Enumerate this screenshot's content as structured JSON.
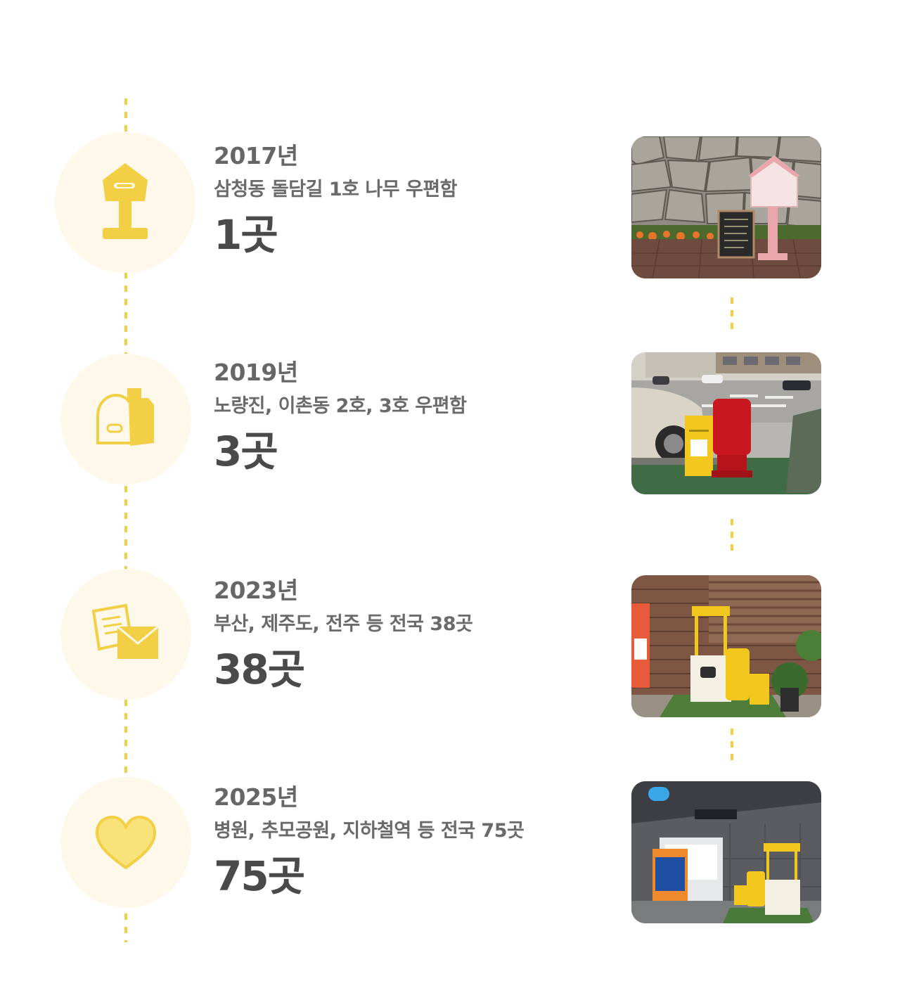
{
  "timeline": [
    {
      "year": "2017년",
      "desc": "삼청동 돌담길 1호 나무 우편함",
      "count": "1곳",
      "icon": "wooden-mailbox-icon"
    },
    {
      "year": "2019년",
      "desc": "노량진, 이촌동 2호, 3호 우편함",
      "count": "3곳",
      "icon": "post-mailbox-icon"
    },
    {
      "year": "2023년",
      "desc": "부산, 제주도, 전주 등 전국 38곳",
      "count": "38곳",
      "icon": "letters-icon"
    },
    {
      "year": "2025년",
      "desc": "병원, 추모공원, 지하철역 등 전국 75곳",
      "count": "75곳",
      "icon": "heart-icon"
    }
  ],
  "colors": {
    "accent": "#f2cf45",
    "circle_bg": "#fdf8e9",
    "text": "#666666"
  }
}
